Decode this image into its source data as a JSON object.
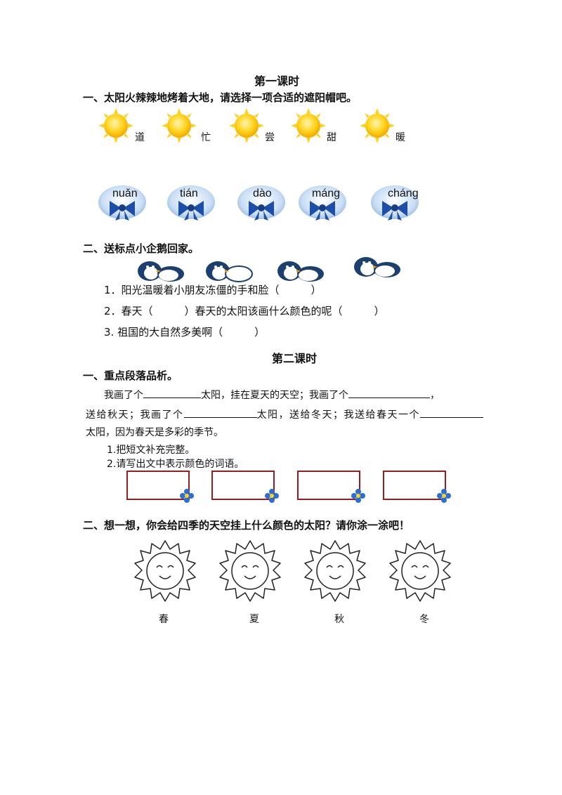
{
  "lesson1": {
    "title": "第一课时",
    "q1": {
      "heading": "一、太阳火辣辣地烤着大地，请选择一项合适的遮阳帽吧。",
      "suns": [
        "道",
        "忙",
        "尝",
        "甜",
        "暖"
      ],
      "hats": [
        "nuǎn",
        "tián",
        "dào",
        "máng",
        "cháng"
      ]
    },
    "q2": {
      "heading": "二、送标点小企鹅回家。",
      "items": [
        "1．阳光温暖着小朋友冻僵的手和脸（　　　）",
        "2．春天（　　　）春天的太阳该画什么颜色的呢（　　　）",
        "3. 祖国的大自然多美啊（　　　）"
      ]
    }
  },
  "lesson2": {
    "title": "第二课时",
    "q1": {
      "heading": "一、重点段落品析。",
      "p_line1_a": "我画了个",
      "p_line1_b": "太阳，挂在夏天的天空；我画了个",
      "p_line1_c": "，",
      "p_line2_a": "送给秋天；我画了个",
      "p_line2_b": "太阳，送给冬天；我送给春天一个",
      "p_line3": "太阳，因为春天是多彩的季节。",
      "sub1": "1.把短文补充完整。",
      "sub2": "2.请写出文中表示颜色的词语。"
    },
    "q2": {
      "heading": "二、想一想，你会给四季的天空挂上什么颜色的太阳？请你涂一涂吧！",
      "seasons": [
        "春",
        "夏",
        "秋",
        "冬"
      ]
    }
  },
  "colors": {
    "box_border": "#9b1c1c",
    "sun": "#f5c400",
    "hat": "#b8d4f0",
    "flower": "#2a6fd6"
  }
}
